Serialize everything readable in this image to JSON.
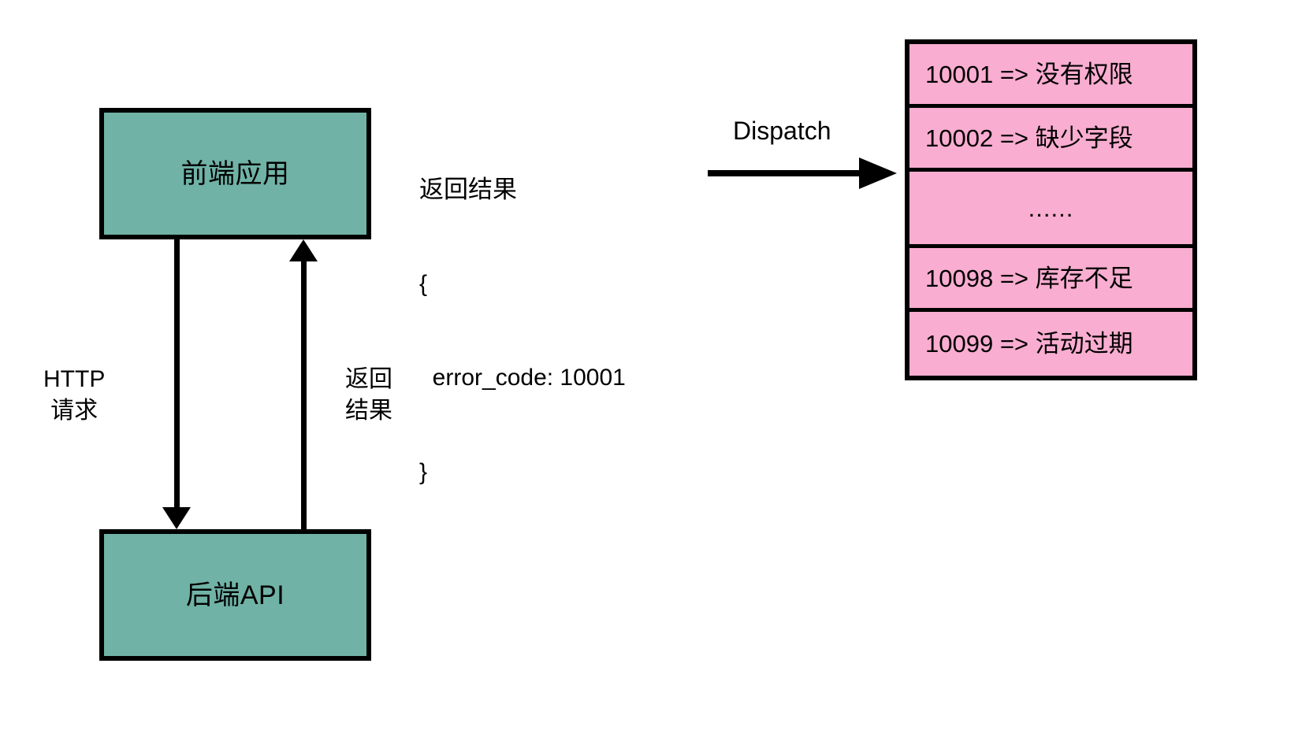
{
  "diagram": {
    "nodes": {
      "frontend": {
        "label": "前端应用",
        "fill": "#70b2a6"
      },
      "backend": {
        "label": "后端API",
        "fill": "#70b2a6"
      }
    },
    "edges": {
      "http_request": {
        "label": "HTTP\n请求"
      },
      "return_result": {
        "label": "返回\n结果"
      },
      "dispatch": {
        "label": "Dispatch"
      }
    },
    "payload_annotation": {
      "title": "返回结果",
      "open_brace": "{",
      "body": "  error_code: 10001",
      "close_brace": "}"
    },
    "error_table": {
      "fill": "#f9add0",
      "rows": [
        {
          "text": "10001 => 没有权限",
          "code": "10001",
          "message": "没有权限"
        },
        {
          "text": "10002 => 缺少字段",
          "code": "10002",
          "message": "缺少字段"
        },
        {
          "text": "......",
          "code": "",
          "message": ""
        },
        {
          "text": "10098 => 库存不足",
          "code": "10098",
          "message": "库存不足"
        },
        {
          "text": "10099 => 活动过期",
          "code": "10099",
          "message": "活动过期"
        }
      ]
    }
  }
}
